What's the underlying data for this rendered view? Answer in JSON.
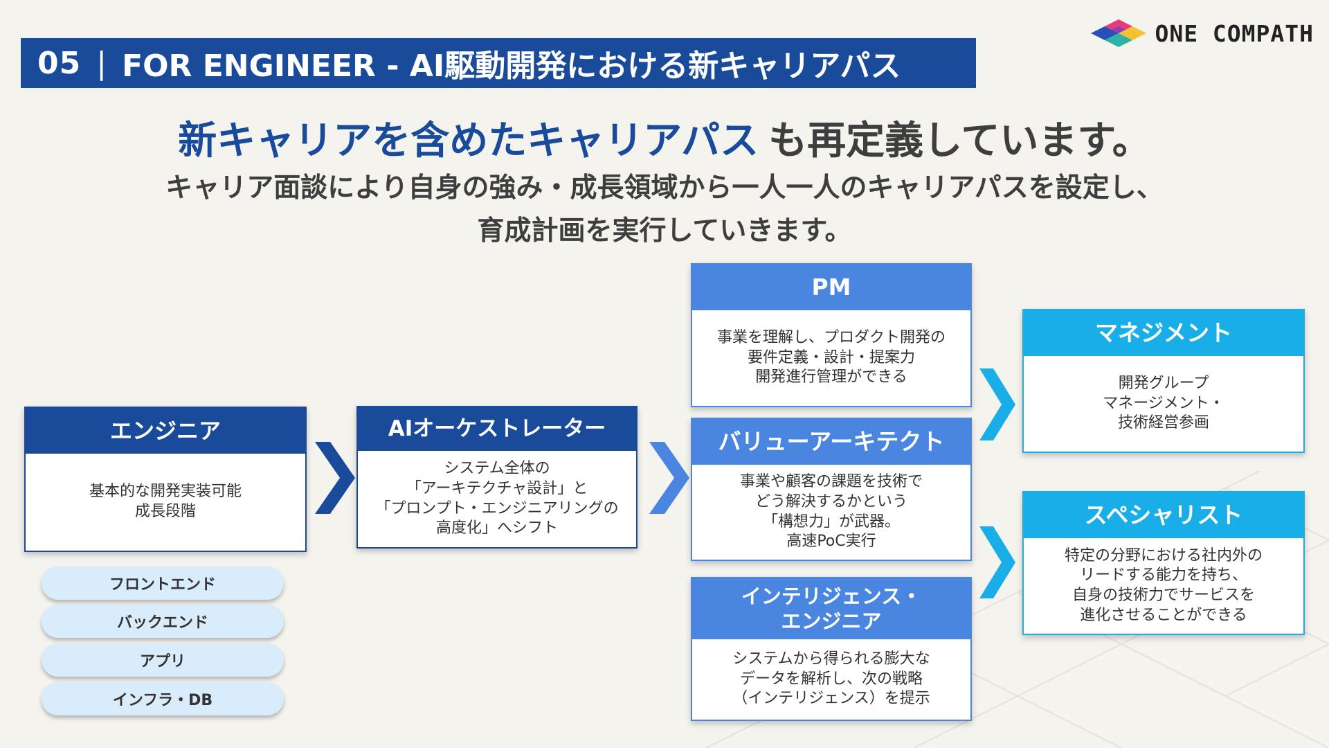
{
  "header": {
    "number": "05",
    "separator": "|",
    "title": "FOR ENGINEER - AI駆動開発における新キャリアパス"
  },
  "logo": {
    "text": "ONE COMPATH"
  },
  "headline": {
    "highlight": "新キャリアを含めたキャリアパス",
    "rest": "も再定義しています。"
  },
  "subtext": {
    "line1": "キャリア面談により自身の強み・成長領域から一人一人のキャリアパスを設定し、",
    "line2": "育成計画を実行していきます。"
  },
  "cards": {
    "engineer": {
      "title": "エンジニア",
      "body": [
        "基本的な開発実装可能",
        "成長段階"
      ]
    },
    "ai_orchestrator": {
      "title": "AIオーケストレーター",
      "body": [
        "システム全体の",
        "「アーキテクチャ設計」と",
        "「プロンプト・エンジニアリングの",
        "高度化」へシフト"
      ]
    },
    "pm": {
      "title": "PM",
      "body": [
        "事業を理解し、プロダクト開発の",
        "要件定義・設計・提案力",
        "開発進行管理ができる"
      ]
    },
    "value_architect": {
      "title": "バリューアーキテクト",
      "body": [
        "事業や顧客の課題を技術で",
        "どう解決するかという",
        "「構想力」が武器。",
        "高速PoC実行"
      ]
    },
    "intelligence_engineer": {
      "title": [
        "インテリジェンス・",
        "エンジニア"
      ],
      "body": [
        "システムから得られる膨大な",
        "データを解析し、次の戦略",
        "（インテリジェンス）を提示"
      ]
    },
    "management": {
      "title": "マネジメント",
      "body": [
        "開発グループ",
        "マネージメント・",
        "技術経営参画"
      ]
    },
    "specialist": {
      "title": "スペシャリスト",
      "body": [
        "特定の分野における社内外の",
        "リードする能力を持ち、",
        "自身の技術力でサービスを",
        "進化させることができる"
      ]
    }
  },
  "skills": [
    "フロントエンド",
    "バックエンド",
    "アプリ",
    "インフラ・DB"
  ],
  "colors": {
    "navy": "#1a4b9b",
    "mid_blue": "#4a86e0",
    "light_blue": "#1aaee8",
    "pill_bg": "#d9ecfb",
    "background": "#f4f3ee"
  },
  "icons": [
    "chevron-right-icon",
    "compath-logo-icon"
  ]
}
